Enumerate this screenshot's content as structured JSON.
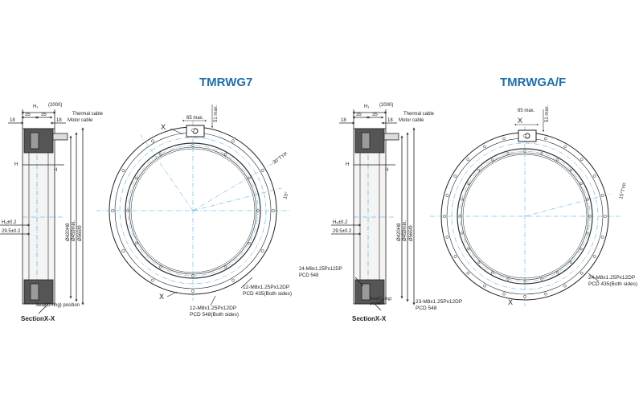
{
  "accent_color": "#1f6fa8",
  "centerline_color": "#3aa0d8",
  "left": {
    "title": "TMRWG7",
    "section_label": "SectionX-X",
    "dims": {
      "h1": "H₁",
      "d2000": "(2000)",
      "d35a": "35",
      "d35b": "35",
      "d18a": "18",
      "d18b": "18",
      "thermal": "Thermal cable",
      "motor": "Motor cable",
      "h": "H",
      "h2": "H",
      "h6": "H₆±0.2",
      "d295": "29.5±0.2",
      "dia420": "Ø420H8",
      "dia459": "Ø459min.",
      "dia565": "Ø565f9",
      "seal": "Seal(O-ring) position",
      "m65": "65 max.",
      "m51": "51 max.",
      "x1": "X",
      "x2": "X",
      "a30": "30°TYP.",
      "a15": "15°",
      "c1": "12-M8x1.25Px12DP",
      "c2": "PCD 435(Both sides)",
      "c3": "12-M8x1.25Px12DP",
      "c4": "PCD 548(Both sides)"
    }
  },
  "right": {
    "title": "TMRWGA/F",
    "section_label": "SectionX-X",
    "dims": {
      "h1": "H₁",
      "d2000": "(2000)",
      "d35a": "35",
      "d35b": "35",
      "d18a": "18",
      "d18b": "18",
      "thermal": "Thermal cable",
      "motor": "Motor cable",
      "h": "H",
      "h2": "H",
      "h6": "H₆±0.2",
      "d295": "29.5±0.2",
      "dia420": "Ø420H8",
      "dia459": "Ø459min.",
      "dia565": "Ø565f9",
      "s1": "24-M8x1.25Px12DP",
      "s2": "PCD 548",
      "seal": "Seal(O-ring)",
      "seal2": "position",
      "s3": "23-M8x1.25Px12DP",
      "s4": "PCD 548",
      "m65": "65 max.",
      "m51": "51 max.",
      "x1": "X",
      "x2": "X",
      "a15": "15°TYP.",
      "c1": "24-M8x1.25Px12DP",
      "c2": "PCD 435(Both sides)"
    }
  }
}
